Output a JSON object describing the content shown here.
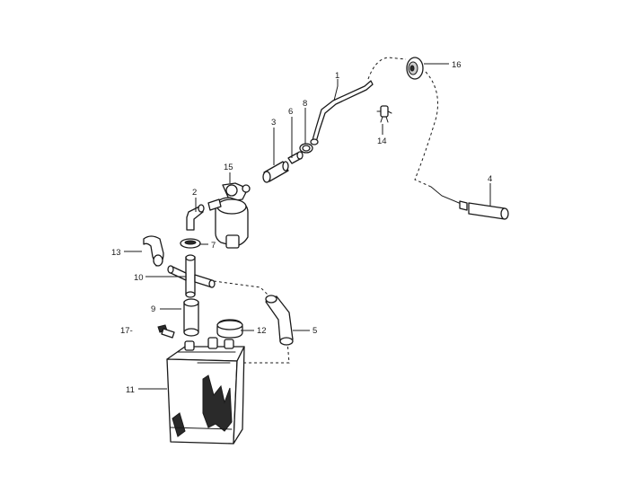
{
  "labels": {
    "l1": "1",
    "l2": "2",
    "l3": "3",
    "l4": "4",
    "l5": "5",
    "l6": "6",
    "l7": "7",
    "l8": "8",
    "l9": "9",
    "l10": "10",
    "l11": "11",
    "l12": "12",
    "l13": "13",
    "l14": "14",
    "l15": "15",
    "l16": "16",
    "l17": "17-"
  }
}
